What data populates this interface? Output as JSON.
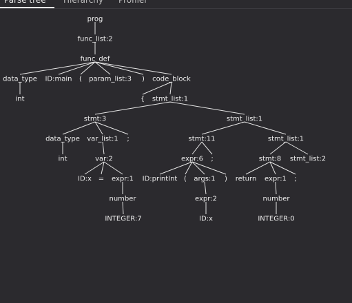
{
  "tabs": [
    {
      "label": "Parse tree",
      "active": true
    },
    {
      "label": "Hierarchy",
      "active": false
    },
    {
      "label": "Profiler",
      "active": false
    }
  ],
  "tree": {
    "label": "prog",
    "children": [
      {
        "label": "func_list:2",
        "children": [
          {
            "label": "func_def",
            "children": [
              {
                "label": "data_type",
                "children": [
                  {
                    "label": "int"
                  }
                ]
              },
              {
                "label": "ID:main"
              },
              {
                "label": "("
              },
              {
                "label": "param_list:3"
              },
              {
                "label": ")"
              },
              {
                "label": "code_block",
                "children": [
                  {
                    "label": "{"
                  },
                  {
                    "label": "stmt_list:1",
                    "children": [
                      {
                        "label": "stmt:3",
                        "children": [
                          {
                            "label": "data_type",
                            "children": [
                              {
                                "label": "int"
                              }
                            ]
                          },
                          {
                            "label": "var_list:1",
                            "children": [
                              {
                                "label": "var:2",
                                "children": [
                                  {
                                    "label": "ID:x"
                                  },
                                  {
                                    "label": "="
                                  },
                                  {
                                    "label": "expr:1",
                                    "children": [
                                      {
                                        "label": "number",
                                        "children": [
                                          {
                                            "label": "INTEGER:7"
                                          }
                                        ]
                                      }
                                    ]
                                  }
                                ]
                              }
                            ]
                          },
                          {
                            "label": ";"
                          }
                        ]
                      },
                      {
                        "label": "stmt_list:1",
                        "children": [
                          {
                            "label": "stmt:11",
                            "children": [
                              {
                                "label": "expr:6",
                                "children": [
                                  {
                                    "label": "ID:printInt"
                                  },
                                  {
                                    "label": "("
                                  },
                                  {
                                    "label": "args:1",
                                    "children": [
                                      {
                                        "label": "expr:2",
                                        "children": [
                                          {
                                            "label": "ID:x"
                                          }
                                        ]
                                      }
                                    ]
                                  },
                                  {
                                    "label": ")"
                                  }
                                ]
                              },
                              {
                                "label": ";"
                              }
                            ]
                          },
                          {
                            "label": "stmt_list:1",
                            "children": [
                              {
                                "label": "stmt:8",
                                "children": [
                                  {
                                    "label": "return"
                                  },
                                  {
                                    "label": "expr:1",
                                    "children": [
                                      {
                                        "label": "number",
                                        "children": [
                                          {
                                            "label": "INTEGER:0"
                                          }
                                        ]
                                      }
                                    ]
                                  },
                                  {
                                    "label": ";"
                                  }
                                ]
                              },
                              {
                                "label": "stmt_list:2"
                              }
                            ]
                          }
                        ]
                      }
                    ]
                  },
                  {
                    "label": "}"
                  }
                ]
              }
            ]
          }
        ]
      }
    ]
  }
}
